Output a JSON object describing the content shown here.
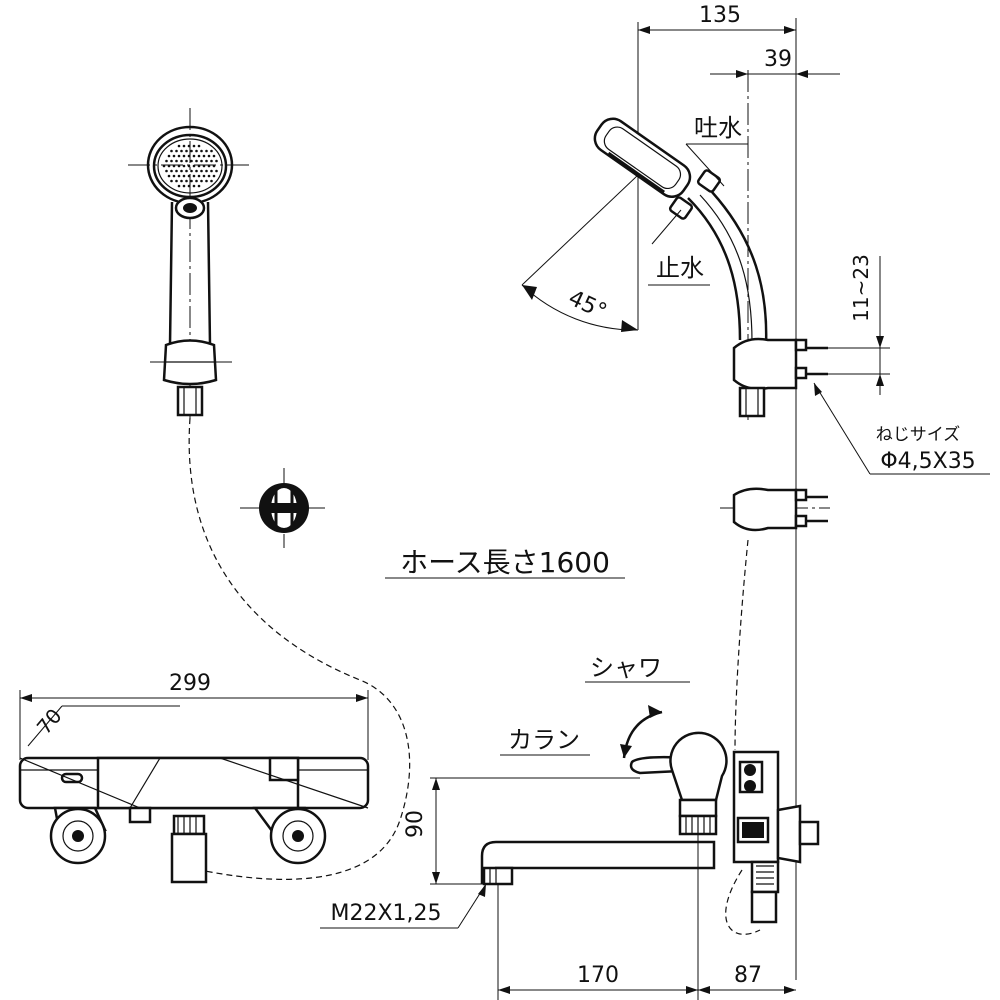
{
  "labels": {
    "dim_135": "135",
    "dim_39": "39",
    "spray": "吐水",
    "stop": "止水",
    "angle_45": "45°",
    "dim_11_23": "11~23",
    "screw_size_label": "ねじサイズ",
    "screw_size_value": "Φ4,5X35",
    "hose_length": "ホース長さ1600",
    "shower": "シャワ",
    "faucet": "カラン",
    "dim_299": "299",
    "dim_70": "70",
    "dim_90": "90",
    "thread_size": "M22X1,25",
    "dim_170": "170",
    "dim_87": "87"
  }
}
